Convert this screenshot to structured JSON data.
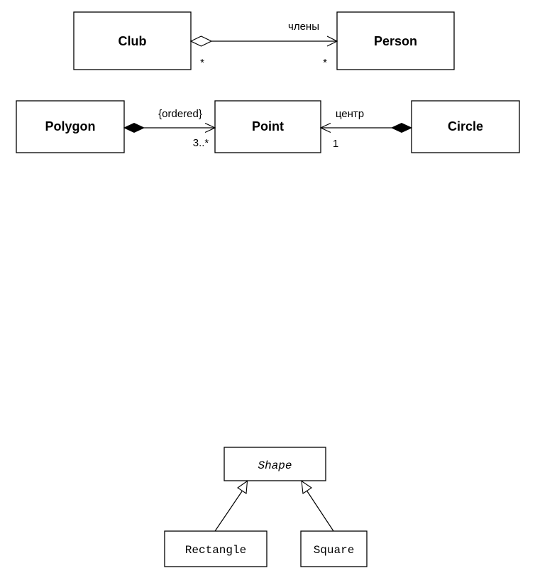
{
  "top_diagram": {
    "classes": {
      "club": "Club",
      "person": "Person",
      "polygon": "Polygon",
      "point": "Point",
      "circle": "Circle"
    },
    "associations": {
      "club_person": {
        "role": "члены",
        "mult_club": "*",
        "mult_person": "*"
      },
      "polygon_point": {
        "constraint": "{ordered}",
        "mult_point": "3..*"
      },
      "circle_point": {
        "role": "центр",
        "mult_point": "1"
      }
    }
  },
  "bottom_diagram": {
    "classes": {
      "shape": "Shape",
      "rectangle": "Rectangle",
      "square": "Square"
    }
  }
}
